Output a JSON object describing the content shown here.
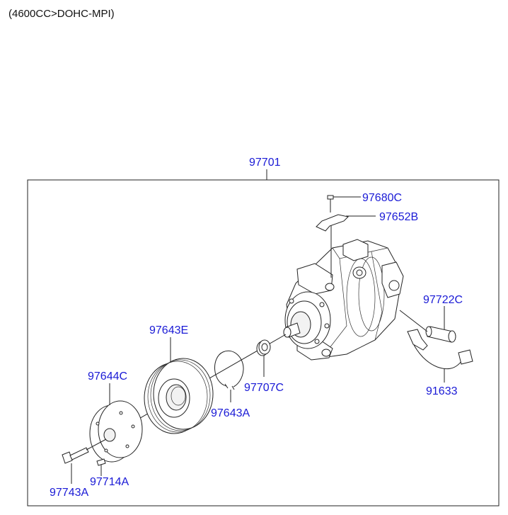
{
  "header": {
    "engine_code": "(4600CC>DOHC-MPI)"
  },
  "parts": {
    "assembly": "97701",
    "bolt_top": "97680C",
    "bracket": "97652B",
    "switch": "97722C",
    "harness": "91633",
    "pulley": "97643E",
    "hub": "97644C",
    "snap_ring": "97643A",
    "shim": "97707C",
    "bolt_large": "97743A",
    "bolt_small": "97714A"
  },
  "colors": {
    "part_label": "#1a1ad6",
    "line": "#222222"
  }
}
